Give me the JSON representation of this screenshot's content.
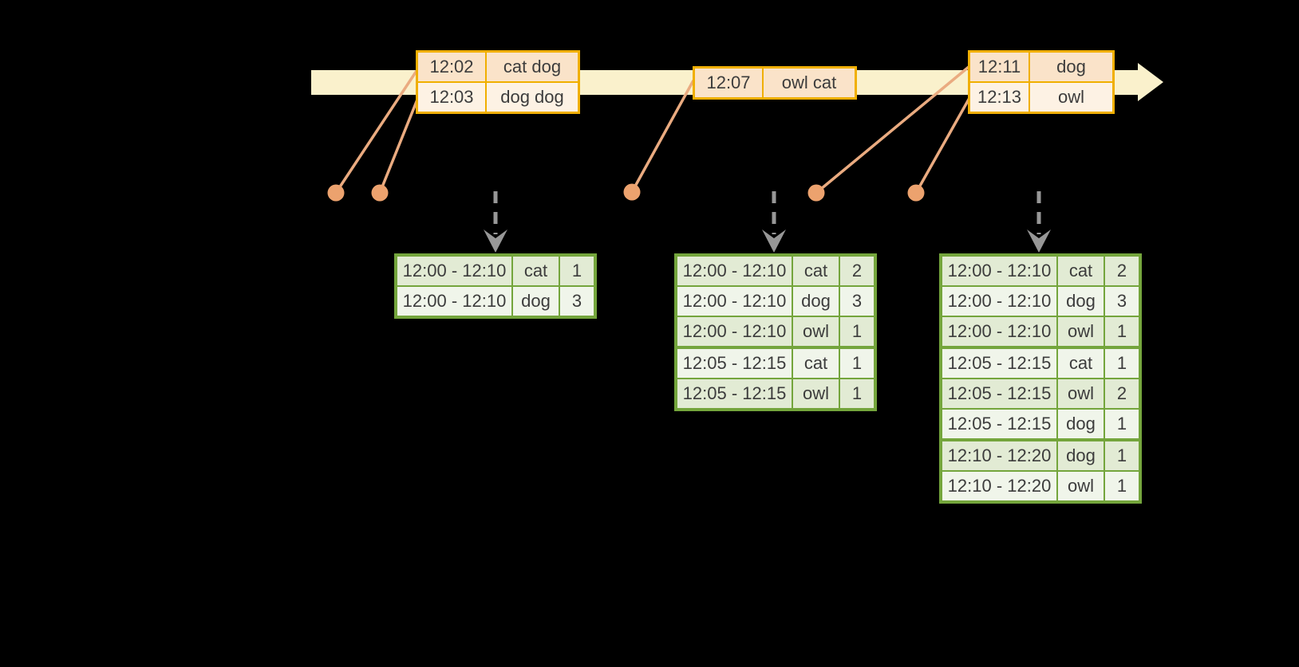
{
  "background_color": "#000000",
  "palette": {
    "timeline_fill": "#FAF1CC",
    "event_table_border": "#F0AF00",
    "event_row_dark": "#FAE3C9",
    "event_row_light": "#FDF2E4",
    "event_marker": "#ECA26E",
    "trigger_arrow": "#979797",
    "result_table_border": "#74A53C",
    "result_row_dark": "#E2EBD4",
    "result_row_light": "#F0F5EA",
    "text": "#3C3C3C"
  },
  "event_tables": [
    {
      "rows": [
        {
          "time": "12:02",
          "words": "cat dog"
        },
        {
          "time": "12:03",
          "words": "dog dog"
        }
      ]
    },
    {
      "rows": [
        {
          "time": "12:07",
          "words": "owl cat"
        }
      ]
    },
    {
      "rows": [
        {
          "time": "12:11",
          "words": "dog"
        },
        {
          "time": "12:13",
          "words": "owl"
        }
      ]
    }
  ],
  "result_tables": [
    {
      "group_starts": [],
      "rows": [
        [
          "12:00 - 12:10",
          "cat",
          "1"
        ],
        [
          "12:00 - 12:10",
          "dog",
          "3"
        ]
      ]
    },
    {
      "group_starts": [
        3
      ],
      "rows": [
        [
          "12:00 - 12:10",
          "cat",
          "2"
        ],
        [
          "12:00 - 12:10",
          "dog",
          "3"
        ],
        [
          "12:00 - 12:10",
          "owl",
          "1"
        ],
        [
          "12:05 - 12:15",
          "cat",
          "1"
        ],
        [
          "12:05 - 12:15",
          "owl",
          "1"
        ]
      ]
    },
    {
      "group_starts": [
        3,
        6
      ],
      "rows": [
        [
          "12:00 - 12:10",
          "cat",
          "2"
        ],
        [
          "12:00 - 12:10",
          "dog",
          "3"
        ],
        [
          "12:00 - 12:10",
          "owl",
          "1"
        ],
        [
          "12:05 - 12:15",
          "cat",
          "1"
        ],
        [
          "12:05 - 12:15",
          "owl",
          "2"
        ],
        [
          "12:05 - 12:15",
          "dog",
          "1"
        ],
        [
          "12:10 - 12:20",
          "dog",
          "1"
        ],
        [
          "12:10 - 12:20",
          "owl",
          "1"
        ]
      ]
    }
  ]
}
